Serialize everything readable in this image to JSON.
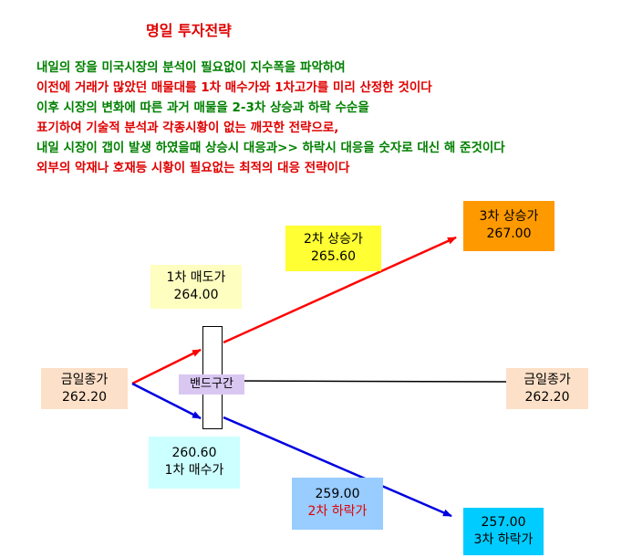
{
  "title": "명일 투자전략",
  "intro_lines": [
    {
      "text": "내일의 장을 미국시장의 분석이 필요없이 지수폭을 파악하여",
      "color": "green"
    },
    {
      "text": "이전에 거래가 많았던 매물대를 1차 매수가와 1차고가를 미리 산정한 것이다",
      "color": "red"
    },
    {
      "text": "이후 시장의 변화에 따른 과거 매물을 2-3차 상승과 하락 수순을",
      "color": "green"
    },
    {
      "text": "표기하여 기술적  분석과 각종시황이 없는 깨끗한 전략으로,",
      "color": "red"
    },
    {
      "text": "내일 시장이 갭이 발생 하였을때 상승시 대응과>> 하락시 대응을 숫자로 대신 해 준것이다",
      "color": "green"
    },
    {
      "text": "외부의 악재나 호재등  시황이 필요없는 최적의 대응 전략이다",
      "color": "red"
    }
  ],
  "diagram": {
    "close_left": {
      "label": "금일종가",
      "value": "262.20"
    },
    "close_right": {
      "label": "금일종가",
      "value": "262.20"
    },
    "band_label": "밴드구간",
    "sell1": {
      "label": "1차 매도가",
      "value": "264.00"
    },
    "rise2": {
      "label": "2차 상승가",
      "value": "265.60"
    },
    "rise3": {
      "label": "3차 상승가",
      "value": "267.00"
    },
    "buy1": {
      "label": "1차 매수가",
      "value": "260.60"
    },
    "fall2": {
      "label": "2차 하락가",
      "value": "259.00"
    },
    "fall3": {
      "label": "3차 하락가",
      "value": "257.00"
    }
  },
  "colors": {
    "green_text": "#008000",
    "red_text": "#e00000",
    "up_arrow": "#ff0000",
    "down_arrow": "#0000e0",
    "close_box": "#fde0c8",
    "sell1_box": "#fefec0",
    "rise2_box": "#ffff33",
    "rise3_box": "#ff9900",
    "buy1_box": "#ccffff",
    "fall2_box": "#99ccff",
    "fall3_box": "#00ccff"
  }
}
